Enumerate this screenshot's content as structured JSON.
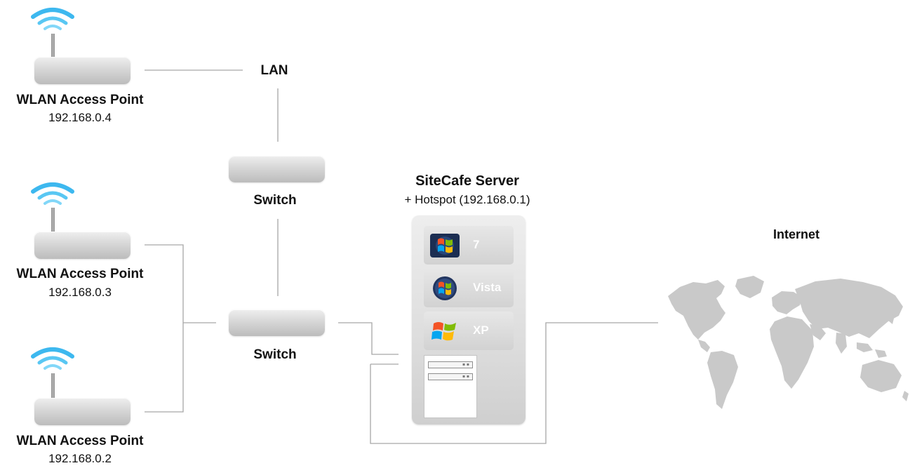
{
  "network": {
    "lan_label": "LAN",
    "switches": [
      {
        "label": "Switch"
      },
      {
        "label": "Switch"
      }
    ],
    "access_points": [
      {
        "title": "WLAN Access Point",
        "ip": "192.168.0.4"
      },
      {
        "title": "WLAN Access Point",
        "ip": "192.168.0.3"
      },
      {
        "title": "WLAN Access Point",
        "ip": "192.168.0.2"
      }
    ],
    "server": {
      "title": "SiteCafe Server",
      "subtitle": "+ Hotspot (192.168.0.1)",
      "os_options": [
        {
          "label": "7",
          "icon": "windows-7-icon"
        },
        {
          "label": "Vista",
          "icon": "windows-vista-icon"
        },
        {
          "label": "XP",
          "icon": "windows-xp-icon"
        }
      ]
    },
    "internet_label": "Internet"
  },
  "colors": {
    "wifi_blue": "#3db8ef",
    "device_gray": "#c4c4c4",
    "connector_gray": "#9a9a9a",
    "map_gray": "#c9c9c9"
  }
}
